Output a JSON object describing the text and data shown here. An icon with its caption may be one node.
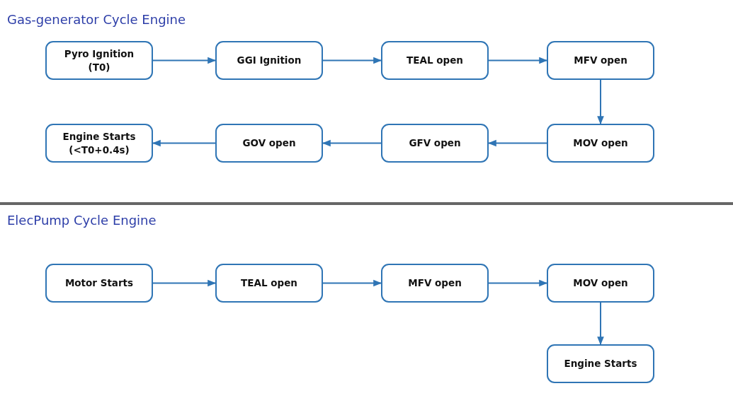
{
  "diagram": {
    "title": "Gas-generator Cycle Engine",
    "nodes": [
      {
        "text": [
          "Pyro Ignition (T0)"
        ]
      },
      {
        "text": [
          "GGI Ignition"
        ]
      },
      {
        "text": [
          "TEAL open"
        ]
      },
      {
        "text": [
          "MFV open"
        ]
      },
      {
        "text": [
          "MOV open"
        ]
      },
      {
        "text": [
          "GFV open"
        ]
      },
      {
        "text": [
          "GOV open"
        ]
      },
      {
        "text": [
          "Engine Starts (<T0+0.4s)"
        ]
      },
      {
        "text": [
          "Motor Starts"
        ]
      },
      {
        "text": [
          "TEAL open"
        ]
      },
      {
        "text": [
          "MFV open"
        ]
      },
      {
        "text": [
          "MOV open"
        ]
      },
      {
        "text": [
          "Engine Starts"
        ]
      }
    ],
    "edges": [
      {
        "from": 0,
        "to": 1,
        "arrow": "to"
      },
      {
        "from": 1,
        "to": 2,
        "arrow": "to"
      },
      {
        "from": 2,
        "to": 3,
        "arrow": "to"
      },
      {
        "from": 3,
        "to": 4,
        "arrow": "to"
      },
      {
        "from": 4,
        "to": 5,
        "arrow": "to"
      },
      {
        "from": 5,
        "to": 6,
        "arrow": "to"
      },
      {
        "from": 6,
        "to": 7,
        "arrow": "to"
      },
      {
        "from": 8,
        "to": 9,
        "arrow": "to"
      },
      {
        "from": 9,
        "to": 10,
        "arrow": "to"
      },
      {
        "from": 10,
        "to": 11,
        "arrow": "to"
      },
      {
        "from": 11,
        "to": 12,
        "arrow": "to"
      }
    ],
    "labels": [
      "ElecPump Cycle Engine"
    ]
  }
}
